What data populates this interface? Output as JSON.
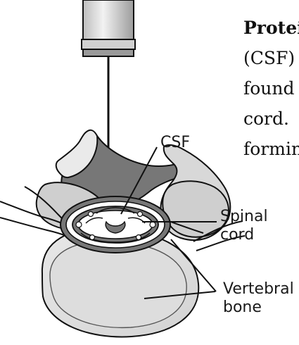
{
  "diagram": {
    "labels": {
      "csf": "CSF",
      "spinal_cord": "Spinal\ncord",
      "vertebral_bone": "Vertebral\nbone"
    }
  },
  "text": {
    "lines": [
      "Protei",
      "(CSF)",
      "found",
      "cord.",
      "formin"
    ]
  },
  "colors": {
    "line": "#111111",
    "tissue_gray": "#7a7a7a",
    "light_gray": "#d9d9d9",
    "pale_gray": "#ececec",
    "white": "#ffffff"
  }
}
